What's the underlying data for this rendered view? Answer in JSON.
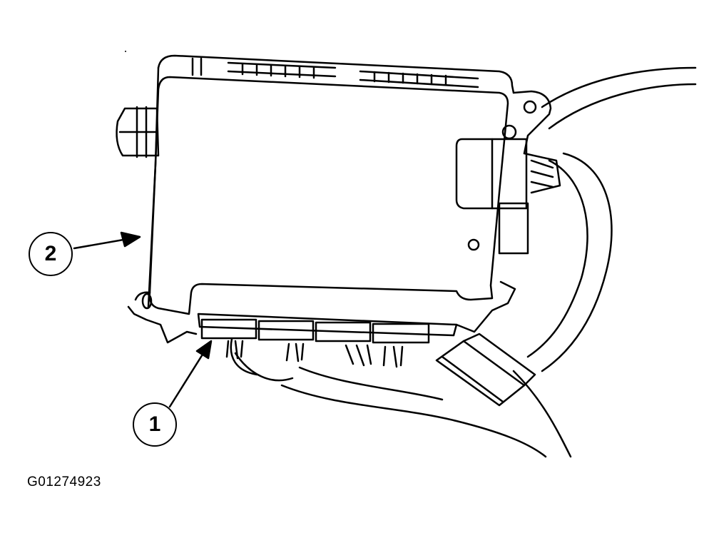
{
  "diagram": {
    "callouts": [
      {
        "id": "1",
        "label": "1"
      },
      {
        "id": "2",
        "label": "2"
      }
    ],
    "figure_id": "G01274923",
    "colors": {
      "ink": "#000000",
      "background": "#ffffff"
    }
  }
}
